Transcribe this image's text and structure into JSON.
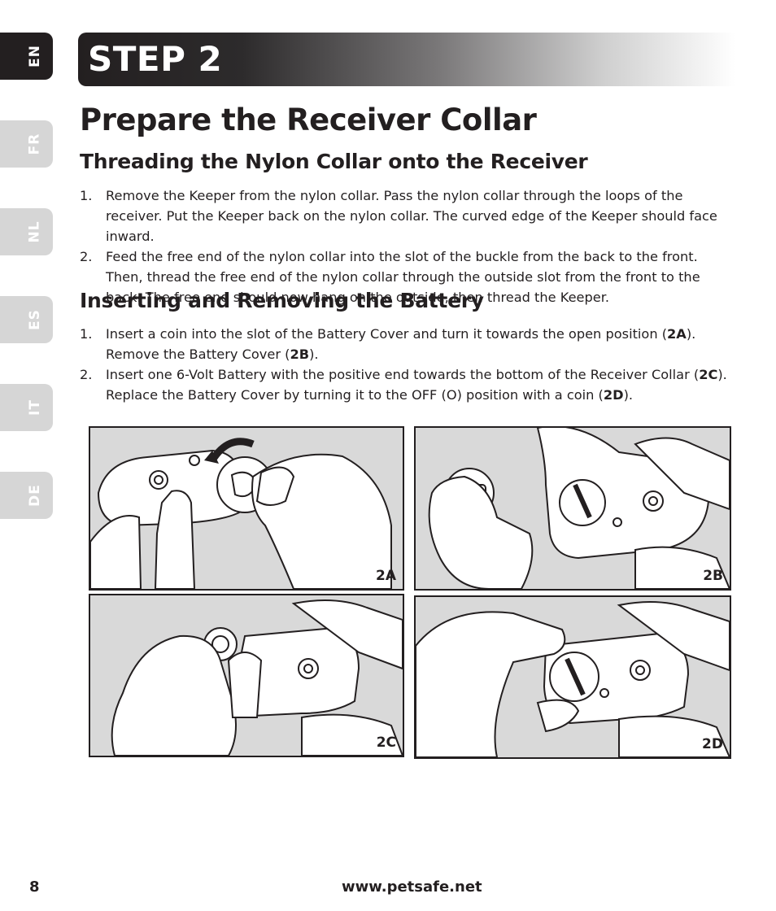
{
  "language_tabs": [
    {
      "code": "EN",
      "active": true
    },
    {
      "code": "FR",
      "active": false
    },
    {
      "code": "NL",
      "active": false
    },
    {
      "code": "ES",
      "active": false
    },
    {
      "code": "IT",
      "active": false
    },
    {
      "code": "DE",
      "active": false
    }
  ],
  "step_banner": "STEP 2",
  "page_title": "Prepare the Receiver Collar",
  "sections": [
    {
      "heading": "Threading the Nylon Collar onto the Receiver",
      "items": [
        {
          "num": "1.",
          "text": "Remove the Keeper from the nylon collar. Pass the nylon collar through the loops of the receiver. Put the Keeper back on the nylon collar. The curved edge of the Keeper should face inward."
        },
        {
          "num": "2.",
          "text": "Feed the free end of the nylon collar into the slot of the buckle from the back to the front. Then, thread the free end of the nylon collar through the outside slot from the front to the back. The free end should now hang on the outside, then thread the Keeper."
        }
      ]
    },
    {
      "heading": "Inserting and Removing the Battery",
      "items": [
        {
          "num": "1.",
          "parts": [
            "Insert a coin into the slot of the Battery Cover and turn it towards the open position (",
            "2A",
            "). Remove the Battery Cover (",
            "2B",
            ")."
          ]
        },
        {
          "num": "2.",
          "parts": [
            "Insert one 6-Volt Battery with the positive end towards the bottom of the Receiver Collar (",
            "2C",
            "). Replace the Battery Cover by turning it to the OFF (O) position with a coin (",
            "2D",
            ")."
          ]
        }
      ]
    }
  ],
  "figures": [
    {
      "label": "2A"
    },
    {
      "label": "2B"
    },
    {
      "label": "2C"
    },
    {
      "label": "2D"
    }
  ],
  "footer": {
    "page_number": "8",
    "url": "www.petsafe.net"
  }
}
